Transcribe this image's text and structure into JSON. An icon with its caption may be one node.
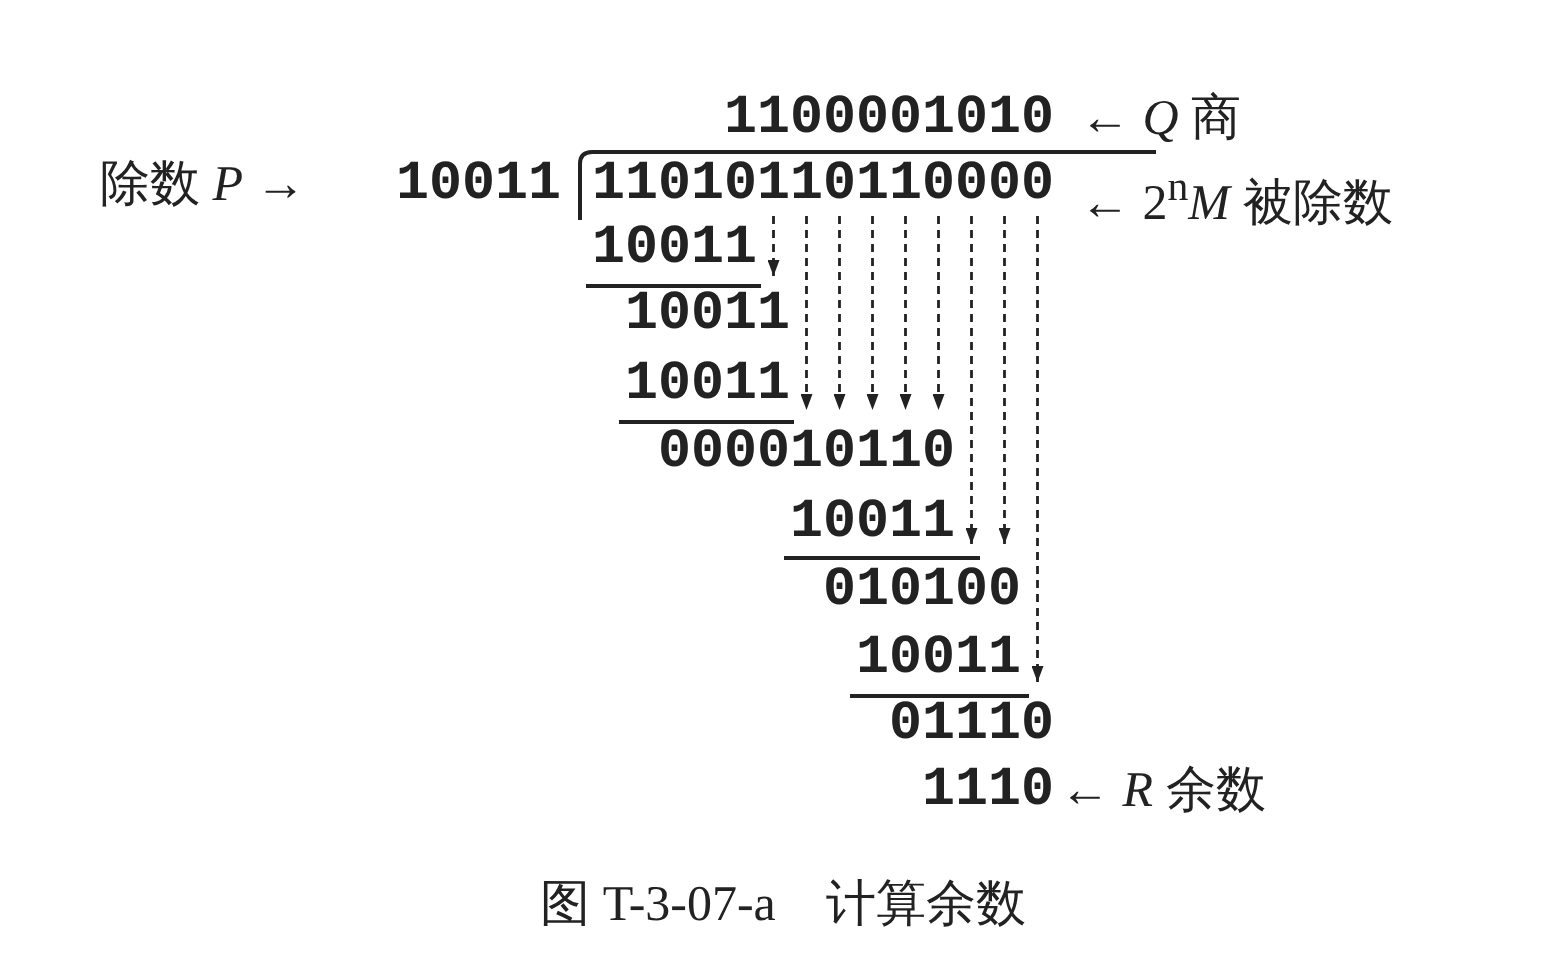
{
  "diagram": {
    "caption": "图 T-3-07-a　计算余数",
    "labels": [
      "1100001010",
      "← *Q* 商",
      "除数 *P* →",
      "10011",
      "11010110110000",
      "← 2$^{n}$*M* 被除数",
      "10011",
      "10011",
      "10011",
      "000010110",
      "10011",
      "010100",
      "10011",
      "01110",
      "1110",
      "← *R* 余数"
    ]
  }
}
